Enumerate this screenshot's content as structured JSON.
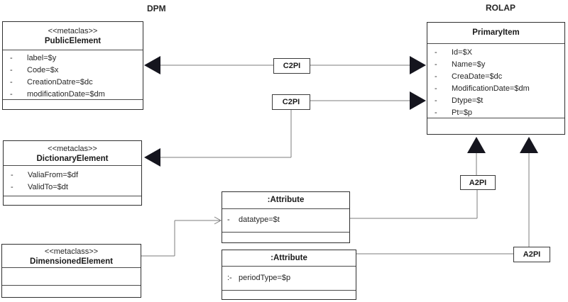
{
  "regions": {
    "left": "DPM",
    "right": "ROLAP"
  },
  "classes": {
    "public_element": {
      "stereotype": "<<metaclas>>",
      "name": "PublicElement",
      "attributes": [
        {
          "bullet": "-",
          "text": "label=$y"
        },
        {
          "bullet": "-",
          "text": "Code=$x"
        },
        {
          "bullet": "-",
          "text": "CreationDatre=$dc"
        },
        {
          "bullet": "-",
          "text": "modificationDate=$dm"
        }
      ]
    },
    "primary_item": {
      "name": "PrimaryItem",
      "attributes": [
        {
          "bullet": "-",
          "text": "Id=$X"
        },
        {
          "bullet": "-",
          "text": "Name=$y"
        },
        {
          "bullet": "-",
          "text": "CreaDate=$dc"
        },
        {
          "bullet": "-",
          "text": "ModificationDate=$dm"
        },
        {
          "bullet": "-",
          "text": "Dtype=$t"
        },
        {
          "bullet": "-",
          "text": "Pt=$p"
        }
      ]
    },
    "dictionary_element": {
      "stereotype": "<<metaclas>>",
      "name": "DictionaryElement",
      "attributes": [
        {
          "bullet": "-",
          "text": "ValiaFrom=$df"
        },
        {
          "bullet": "-",
          "text": "ValidTo=$dt"
        }
      ]
    },
    "dimensioned_element": {
      "stereotype": "<<metaclass>>",
      "name": "DimensionedElement"
    },
    "attribute_datatype": {
      "name": ":Attribute",
      "attributes": [
        {
          "bullet": "-",
          "text": "datatype=$t"
        }
      ]
    },
    "attribute_periodtype": {
      "name": ":Attribute",
      "attributes": [
        {
          "bullet": ":-",
          "text": "periodType=$p"
        }
      ]
    }
  },
  "connectors": {
    "c2pi_top": "C2PI",
    "c2pi_middle": "C2PI",
    "a2pi_left": "A2PI",
    "a2pi_right": "A2PI"
  },
  "colors": {
    "line": "#7d7d7d",
    "arrow_fill": "#15151e",
    "border": "#2f2f2f"
  }
}
